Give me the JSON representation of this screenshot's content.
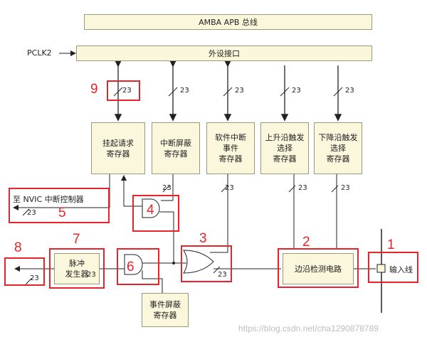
{
  "bus": {
    "amba": "AMBA APB 总线",
    "peripheral_interface": "外设接口",
    "pclk2": "PCLK2"
  },
  "registers": {
    "pending": "挂起请求\n寄存器",
    "interrupt_mask": "中断屏蔽\n寄存器",
    "software_interrupt": "软件中断\n事件\n寄存器",
    "rising_edge": "上升沿触发\n选择\n寄存器",
    "falling_edge": "下降沿触发\n选择\n寄存器",
    "event_mask": "事件屏蔽\n寄存器"
  },
  "blocks": {
    "pulse_generator": "脉冲\n发生器",
    "edge_detect": "边沿检测电路",
    "input_line": "输入线",
    "nvic": "至 NVIC 中断控制器"
  },
  "bus_width": "23",
  "callouts": [
    "1",
    "2",
    "3",
    "4",
    "5",
    "6",
    "7",
    "8",
    "9"
  ],
  "watermark": "https://blog.csdn.net/cha1290878789",
  "colors": {
    "box_fill": "#fbf7dc",
    "accent": "#e8232a"
  }
}
